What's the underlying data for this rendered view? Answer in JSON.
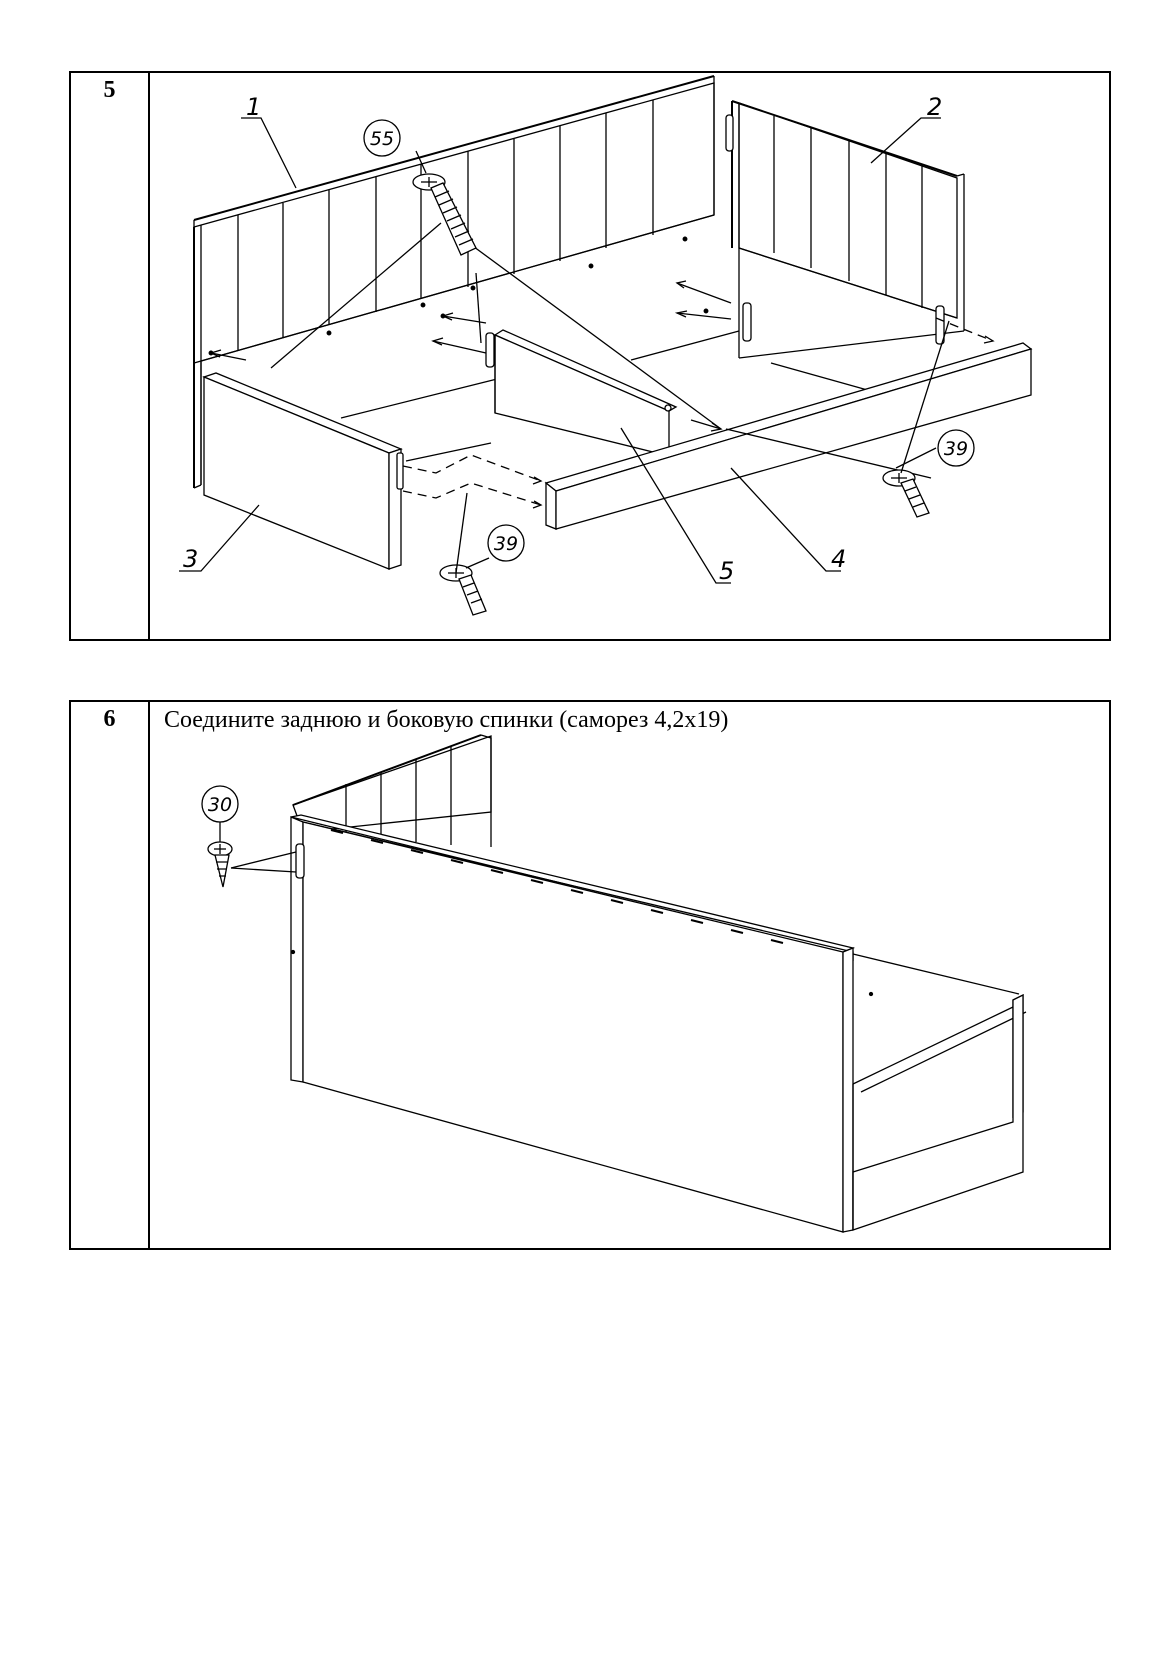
{
  "steps": [
    {
      "number": "5",
      "caption": "",
      "callouts": {
        "part1": "1",
        "part2": "2",
        "part3": "3",
        "part4": "4",
        "part5": "5",
        "fastener_a": "55",
        "fastener_b": "39",
        "fastener_c": "39"
      }
    },
    {
      "number": "6",
      "caption": "Соедините заднюю и боковую спинки (саморез 4,2х19)",
      "callouts": {
        "fastener": "30"
      }
    }
  ]
}
